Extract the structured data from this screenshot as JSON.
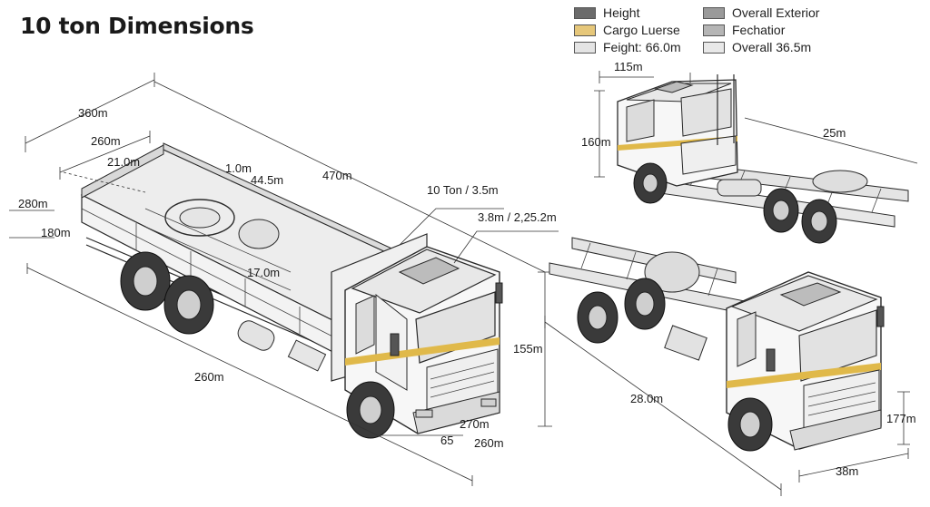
{
  "title": "10 ton Dimensions",
  "legend": [
    {
      "label": "Height",
      "color": "#6b6b6b"
    },
    {
      "label": "Overall Exterior",
      "color": "#9a9a9a"
    },
    {
      "label": "Cargo Luerse",
      "color": "#e6c77a"
    },
    {
      "label": "Fechatior",
      "color": "#b5b5b5"
    },
    {
      "label": "Feight: 66.0m",
      "color": "#e4e4e4"
    },
    {
      "label": "Overall 36.5m",
      "color": "#e8e8e8"
    }
  ],
  "colors": {
    "cab_stripe": "#e0b94a",
    "line": "#2a2a2a",
    "panel": "#f2f2f2"
  },
  "dimensions": {
    "main": {
      "d360": "360m",
      "d260_top": "260m",
      "d21": "21.0m",
      "d280": "280m",
      "d180": "180m",
      "d10": "1.0m",
      "d445": "44.5m",
      "d470": "470m",
      "ton": "10 Ton / 3.5m",
      "d38": "3.8m / 2,25.2m",
      "d17": "17.0m",
      "d155": "155m",
      "d260_left": "260m",
      "d270": "270m",
      "d65": "65",
      "d260_bottom": "260m"
    },
    "chassis_top": {
      "d115": "115m",
      "d160": "160m",
      "d25": "25m"
    },
    "chassis_bottom": {
      "d280": "28.0m",
      "d177": "177m",
      "d38": "38m"
    }
  }
}
